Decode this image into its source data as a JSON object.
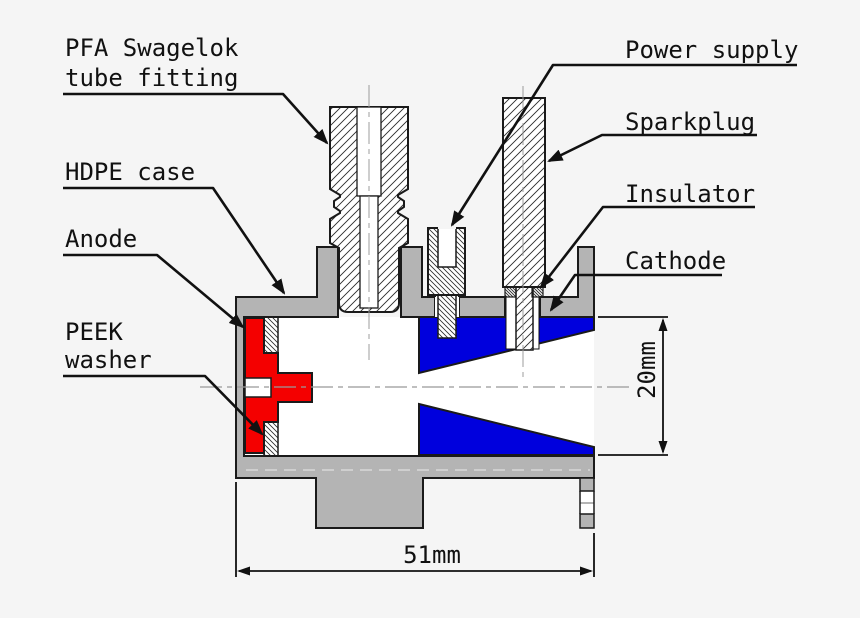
{
  "labels": {
    "pfa1": "PFA Swagelok",
    "pfa2": "tube fitting",
    "hdpe": "HDPE case",
    "anode": "Anode",
    "peek1": "PEEK",
    "peek2": "washer",
    "power": "Power supply",
    "sparkplug": "Sparkplug",
    "insulator": "Insulator",
    "cathode": "Cathode"
  },
  "dimensions": {
    "width_label": "51mm",
    "height_label": "20mm"
  },
  "colors": {
    "background": "#f5f5f5",
    "case": "#b4b4b4",
    "anode": "#f40000",
    "cathode": "#0000dd",
    "outline": "#1a1a1a",
    "centerline": "#999999"
  }
}
